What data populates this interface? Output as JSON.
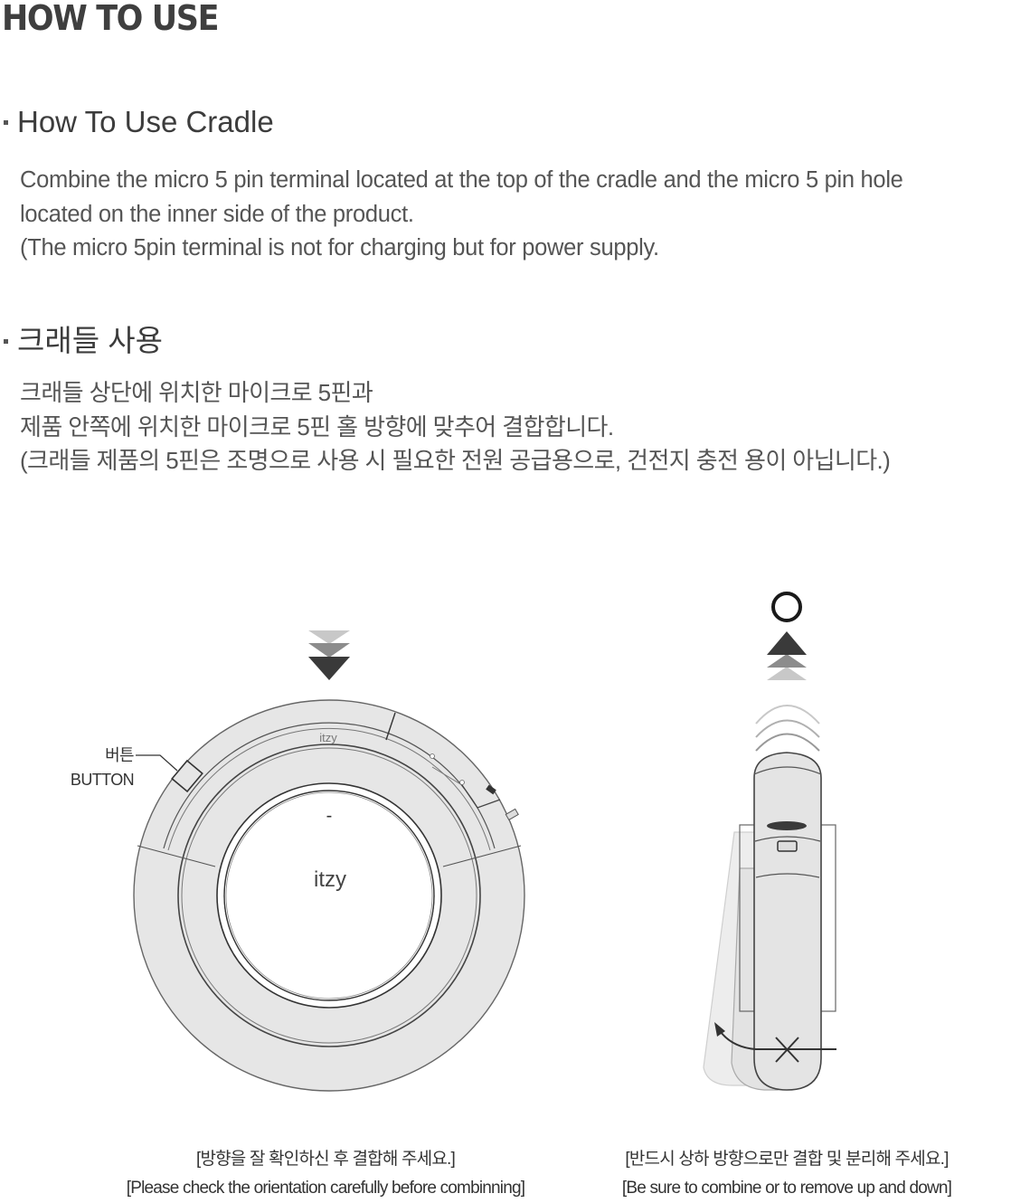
{
  "page": {
    "title": "HOW TO USE"
  },
  "sections": [
    {
      "heading": "How To Use Cradle",
      "lines": [
        "Combine the micro 5 pin terminal located at the top of the cradle and the micro 5 pin hole",
        "located on the inner side of the product.",
        "(The micro 5pin terminal is not for charging but for power supply."
      ]
    },
    {
      "heading": "크래들 사용",
      "lines": [
        "크래들 상단에 위치한 마이크로 5핀과",
        "제품 안쪽에 위치한 마이크로 5핀 홀 방향에 맞추어 결합합니다.",
        "(크래들 제품의 5핀은 조명으로 사용 시 필요한 전원 공급용으로, 건전지 충전 용이 아닙니다.)"
      ]
    }
  ],
  "diagram_left": {
    "button_label_ko": "버튼",
    "button_label_en": "BUTTON",
    "ring_brand_small": "itzy",
    "ring_brand_center": "itzy",
    "center_mark": "-",
    "arrow_direction": "down",
    "caption_ko": "[방향을 잘 확인하신 후 결합해 주세요.]",
    "caption_en": "[Please check the orientation carefully before combinning]"
  },
  "diagram_right": {
    "correct_symbol": "O",
    "wrong_symbol": "X",
    "arrow_direction": "up",
    "caption_ko": "[반드시 상하 방향으로만 결합 및 분리해 주세요.]",
    "caption_en": "[Be sure to combine or to remove up and down]"
  },
  "colors": {
    "text_dark": "#3f3f3f",
    "text_body": "#555555",
    "product_fill": "#e6e6e6",
    "outline": "#555555",
    "arrow_dark": "#3a3a3a",
    "arrow_mid": "#8a8a8a",
    "arrow_light": "#c4c4c4"
  }
}
